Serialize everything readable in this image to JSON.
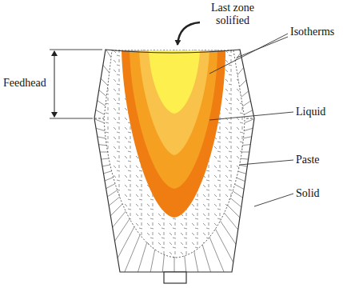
{
  "diagram": {
    "labels": [
      "Last zone solified",
      "Feedhead",
      "Isotherms",
      "Liquid",
      "Paste",
      "Solid"
    ]
  }
}
